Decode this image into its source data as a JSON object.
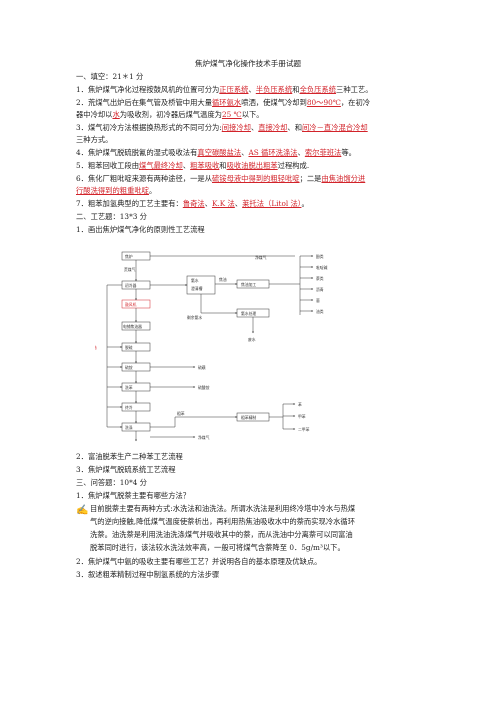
{
  "title": "焦炉煤气净化操作技术手册试题",
  "s1": "一、填空：21＊1 分",
  "q1": {
    "a": "1．焦炉煤气净化过程按鼓风机的位置可分为",
    "b": "正压系统",
    "c": "、",
    "d": "半负压系统",
    "e": "和",
    "f": "全负压系统",
    "g": "三种工艺。"
  },
  "q2": {
    "a": "2．荒煤气出炉后在集气管及桥管中用大量",
    "b": "循环氨水",
    "c": "喷洒，使煤气冷却到",
    "d": "80～90℃",
    "e": "，在初冷"
  },
  "q2b": {
    "a": "器中冷却以",
    "b": "水",
    "c": "为吸收剂，初冷器后煤气温度为",
    "d": "25 ℃",
    "e": "以下。"
  },
  "q3": {
    "a": "3．煤气初冷方法根据换热形式的不同可分为:",
    "b": "间接冷却",
    "c": "、",
    "d": "直接冷却",
    "e": "、和",
    "f": "间冷－直冷混合冷却"
  },
  "q3b": "三种方式。",
  "q4": {
    "a": "4．焦炉煤气脱硫脱氰的湿式吸收法有",
    "b": "真空碳酸盐法",
    "c": "、",
    "d": "AS 循环洗涤法",
    "e": "、",
    "f": "索尔菲班法",
    "g": "等。"
  },
  "q5": {
    "a": "5．粗苯回收工段由",
    "b": "煤气最终冷却",
    "c": "、",
    "d": "粗苯吸收",
    "e": "和",
    "f": "吸收油脱出粗苯",
    "g": "过程构成."
  },
  "q6": {
    "a": "6．焦化厂粗吡啶来源有两种途径，一是从",
    "b": "硫铵母液中得到的粗轻吡啶",
    "c": "；二是",
    "d": "由焦油馏分进"
  },
  "q6b": "行酸洗得到的粗重吡啶",
  "q6c": "。",
  "q7": {
    "a": "7．粗苯加氢典型的工艺主要有：",
    "b": "鲁奇法",
    "c": "、",
    "d": "K.K 法",
    "e": "、",
    "f": "莱托法（Litol 法）",
    "g": "。"
  },
  "s2": "二、工艺题：13*3 分",
  "p1": "1．画出焦炉煤气净化的原则性工艺流程",
  "flow": {
    "coke_oven": "焦炉",
    "coarse_gas": "荒煤气",
    "primary_cooler": "初冷器",
    "blower": "鼓风机",
    "tar_catcher": "电捕焦油器",
    "desulf": "脱硫",
    "ammonium": "硫铵",
    "benzene_wash": "洗苯",
    "final_cool": "终冷",
    "wash_tower": "洗涤",
    "ammonia_water": "氨水",
    "clarifier": "澄清槽",
    "tar": "焦油",
    "tar_process": "焦油加工",
    "residual_ammonia": "剩余氨水",
    "ammonia_dist": "氨水处理",
    "waste_water": "废水",
    "sulfur_product": "硫磺",
    "ammonium_product": "硫酸铵",
    "crude_benzene": "粗苯",
    "crude_refine": "粗苯精制",
    "clean_gas": "净煤气",
    "p1": "酚类",
    "p2": "吡啶碱",
    "p3": "萘类",
    "p4": "沥青",
    "p5": "蒽",
    "p6": "油类",
    "b1": "苯",
    "b2": "甲苯",
    "b3": "二甲苯",
    "side": "洗油"
  },
  "p2": "2．富油脱苯生产二种苯工艺流程",
  "p3": "3．焦炉煤气脱硫系统工艺流程",
  "s3": "三、问答题：10*4 分",
  "a1q": "1．焦炉煤气脱萘主要有哪些方法？",
  "a1": [
    "目前脱萘主要有两种方式:水洗法和油洗法。所谓水洗法是利用终冷塔中冷水与热煤",
    "气的逆向接触,降低煤气温度使萘析出，再利用热焦油吸收水中的萘而实现冷水循环",
    "洗萘。油洗萘是利用洗油洗涤煤气并吸收其中的萘，而从洗油中分离萘可以同富油",
    "脱苯同时进行，该法较水洗法效率高，一般可将煤气含萘降至 0．5g/m³以下。"
  ],
  "a2q": "2．焦炉煤气中氨的吸收主要有哪些工艺？并说明各自的基本原理及优缺点。",
  "a3q": "3．叙述粗苯精制过程中制氢系统的方法步骤"
}
